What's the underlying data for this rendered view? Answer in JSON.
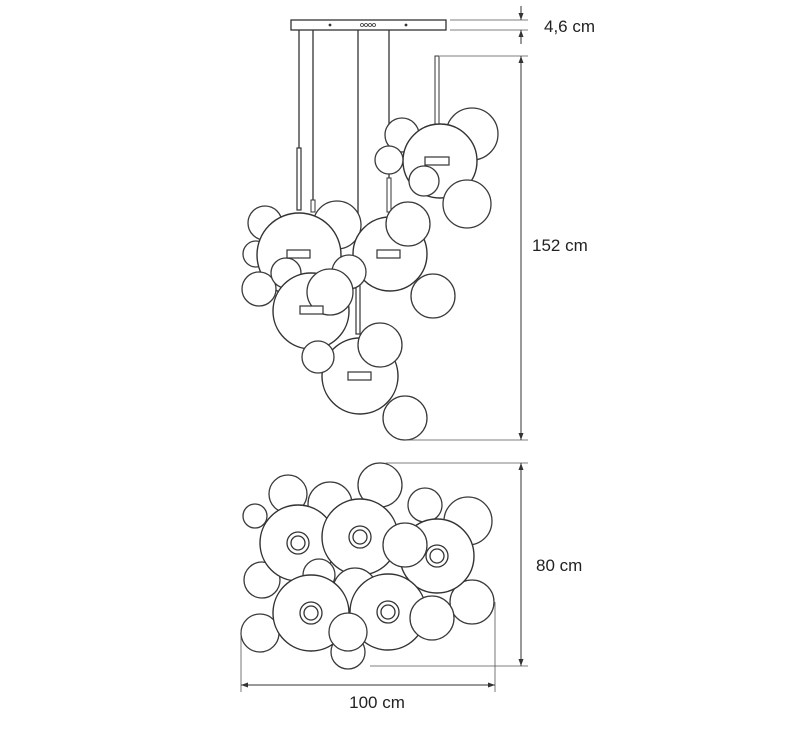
{
  "dimensions": {
    "canopy_height": "4,6 cm",
    "total_height": "152 cm",
    "depth": "80 cm",
    "width": "100 cm"
  }
}
